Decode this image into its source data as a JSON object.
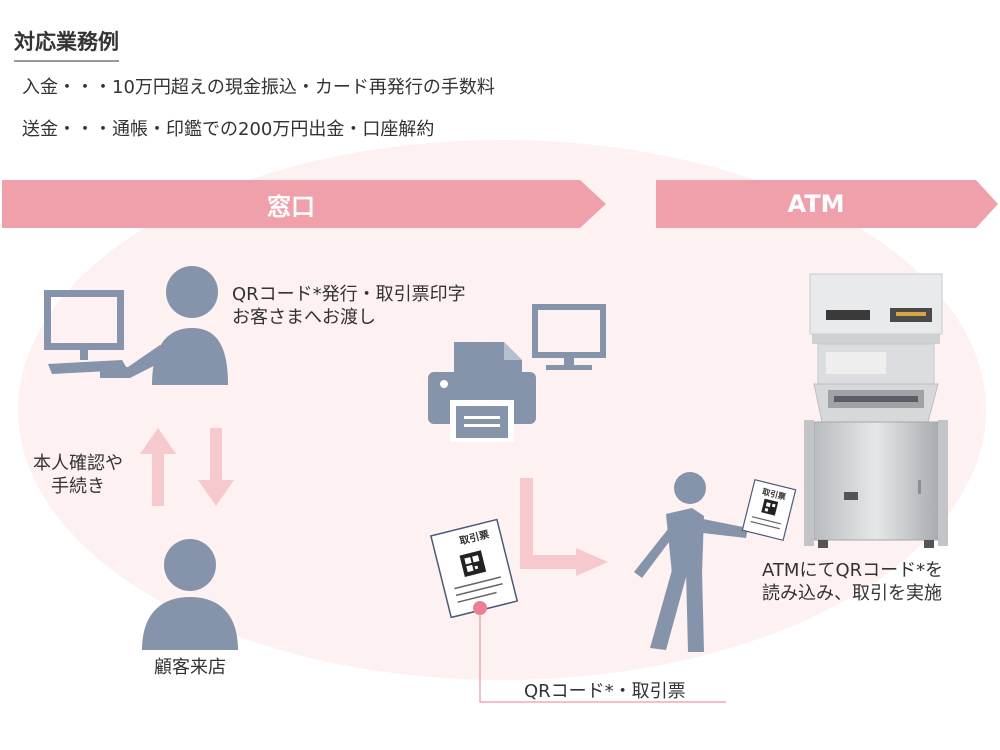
{
  "header": {
    "title": "対応業務例",
    "lines": [
      "入金・・・10万円超えの現金振込・カード再発行の手数料",
      "送金・・・通帳・印鑑での200万円出金・口座解約"
    ]
  },
  "bands": {
    "counter": "窓口",
    "atm": "ATM"
  },
  "counter_caption": [
    "QRコード*発行・取引票印字",
    "お客さまへお渡し"
  ],
  "identity_caption": [
    "本人確認や",
    "手続き"
  ],
  "customer_caption": "顧客来店",
  "ticket_caption": "QRコード*・取引票",
  "ticket_label": "取引票",
  "atm_caption": [
    "ATMにてQRコード*を",
    "読み込み、取引を実施"
  ],
  "colors": {
    "band": "#f0a0ab",
    "ellipse": "#fdf1f2",
    "figure": "#8593ab",
    "arrow": "#f6c9cf",
    "accent": "#ec7f92"
  }
}
